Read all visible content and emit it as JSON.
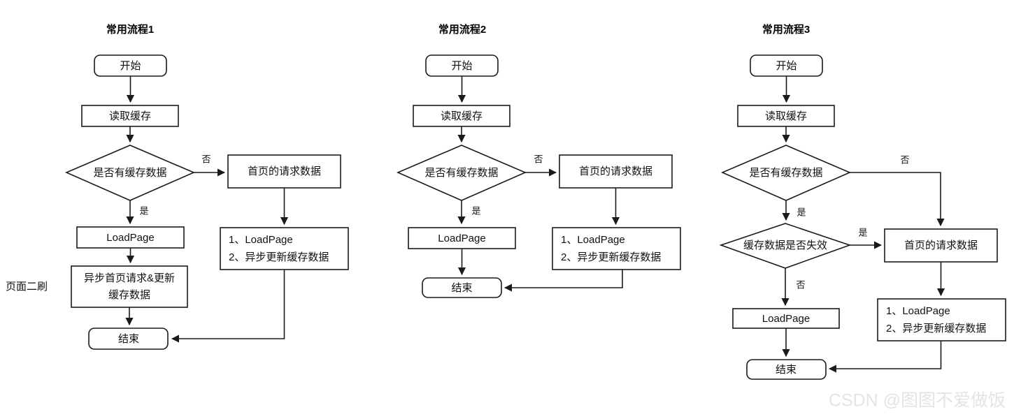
{
  "page": {
    "background": "#ffffff",
    "stroke_color": "#1a1a1a",
    "text_color": "#111111",
    "watermark": "CSDN @图图不爱做饭",
    "watermark_color": "#e4e4e6"
  },
  "side_note": "页面二刷",
  "flowcharts": [
    {
      "id": "flow-1",
      "title": "常用流程1",
      "nodes": {
        "start": "开始",
        "read_cache": "读取缓存",
        "decision_has_cache": "是否有缓存数据",
        "request_home": "首页的请求数据",
        "load_page": "LoadPage",
        "async_update_line1": "1、LoadPage",
        "async_update_line2": "2、异步更新缓存数据",
        "async_home_line1": "异步首页请求&更新",
        "async_home_line2": "缓存数据",
        "end": "结束"
      },
      "edge_labels": {
        "no": "否",
        "yes": "是"
      }
    },
    {
      "id": "flow-2",
      "title": "常用流程2",
      "nodes": {
        "start": "开始",
        "read_cache": "读取缓存",
        "decision_has_cache": "是否有缓存数据",
        "request_home": "首页的请求数据",
        "load_page": "LoadPage",
        "async_update_line1": "1、LoadPage",
        "async_update_line2": "2、异步更新缓存数据",
        "end": "结束"
      },
      "edge_labels": {
        "no": "否",
        "yes": "是"
      }
    },
    {
      "id": "flow-3",
      "title": "常用流程3",
      "nodes": {
        "start": "开始",
        "read_cache": "读取缓存",
        "decision_has_cache": "是否有缓存数据",
        "decision_cache_expired": "缓存数据是否失效",
        "request_home": "首页的请求数据",
        "load_page": "LoadPage",
        "async_update_line1": "1、LoadPage",
        "async_update_line2": "2、异步更新缓存数据",
        "end": "结束"
      },
      "edge_labels": {
        "no_has_cache": "否",
        "yes_has_cache": "是",
        "yes_expired": "是",
        "no_expired": "否"
      }
    }
  ]
}
